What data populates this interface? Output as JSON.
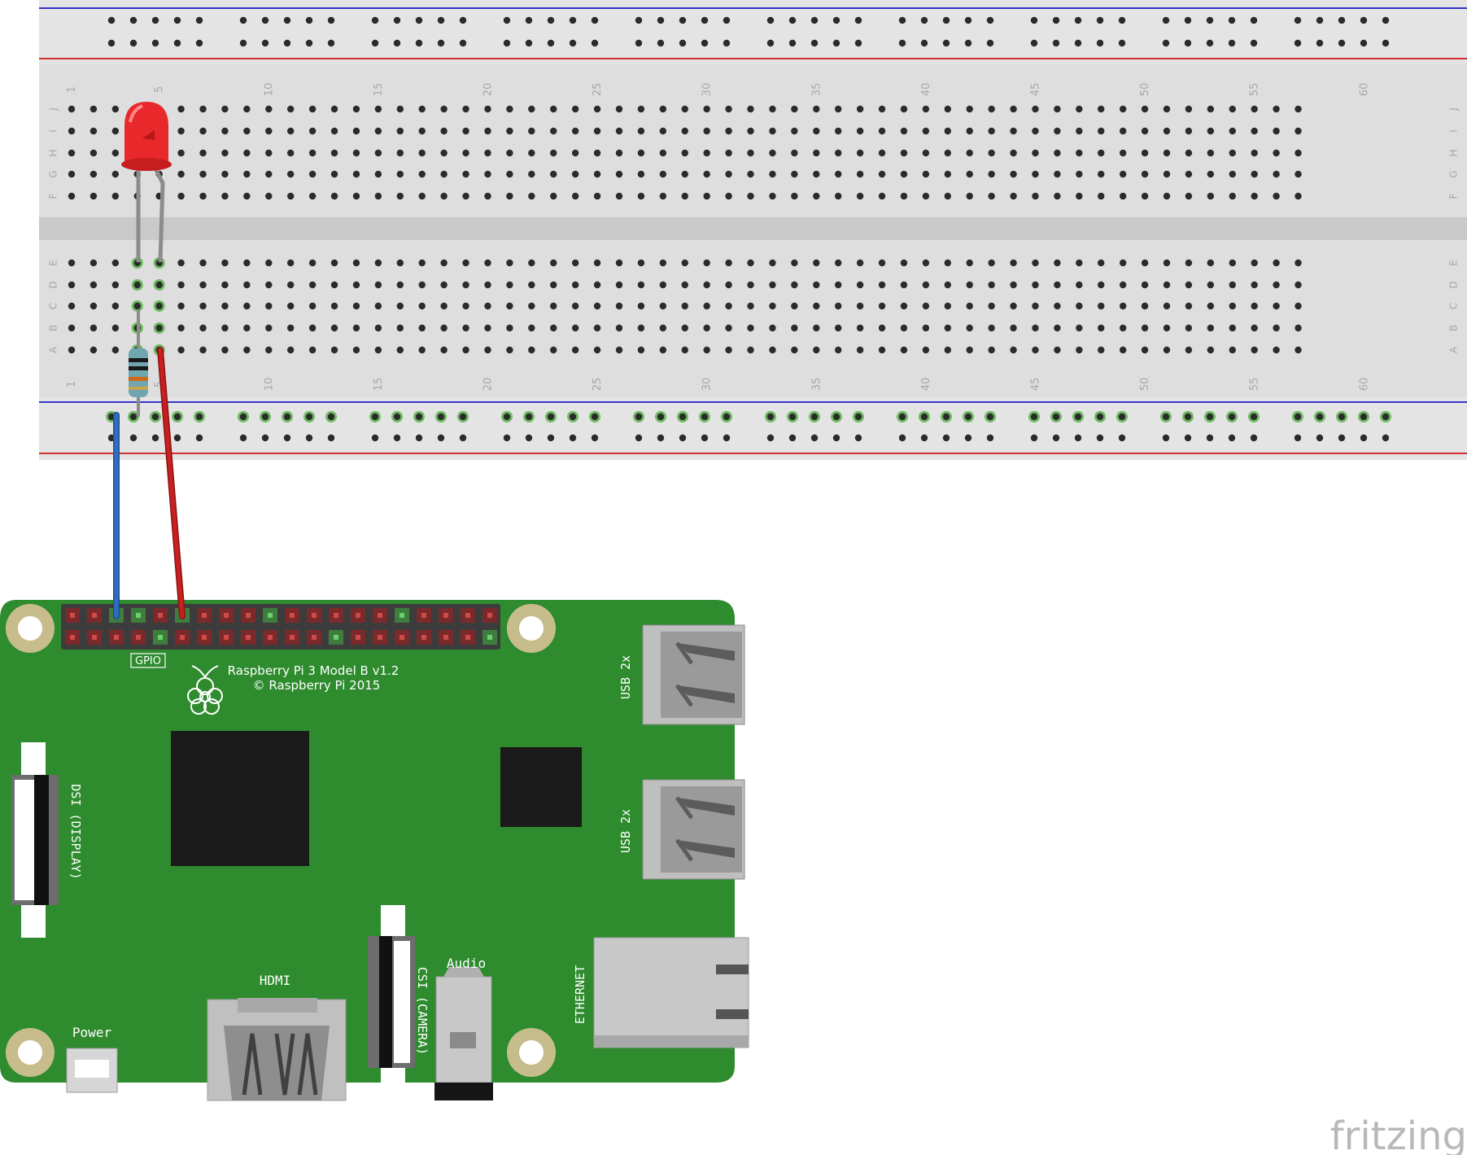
{
  "breadboard": {
    "column_numbers": [
      "1",
      "5",
      "10",
      "15",
      "20",
      "25",
      "30",
      "35",
      "40",
      "45",
      "50",
      "55",
      "60"
    ],
    "top_row_letters": [
      "J",
      "I",
      "H",
      "G",
      "F"
    ],
    "bottom_row_letters": [
      "E",
      "D",
      "C",
      "B",
      "A"
    ]
  },
  "board": {
    "gpio_label": "GPIO",
    "model_line1": "Raspberry Pi 3 Model B v1.2",
    "model_line2": "© Raspberry Pi 2015",
    "usb_top_label": "USB 2x",
    "usb_bottom_label": "USB 2x",
    "dsi_label": "DSI (DISPLAY)",
    "csi_label": "CSI (CAMERA)",
    "hdmi_label": "HDMI",
    "audio_label": "Audio",
    "ethernet_label": "ETHERNET",
    "power_label": "Power"
  },
  "watermark": "fritzing",
  "colors": {
    "breadboard": "#dedede",
    "hole": "#2b2b2b",
    "hole_active": "#59b34a",
    "rail_blue": "#3535c8",
    "rail_red": "#d03030",
    "pcb": "#2e8b2e",
    "wire_blue": "#2f6fc2",
    "wire_red": "#c81f1f",
    "led": "#e8282a"
  },
  "icons": [
    "led-icon",
    "resistor-icon",
    "raspberry-logo-icon"
  ]
}
